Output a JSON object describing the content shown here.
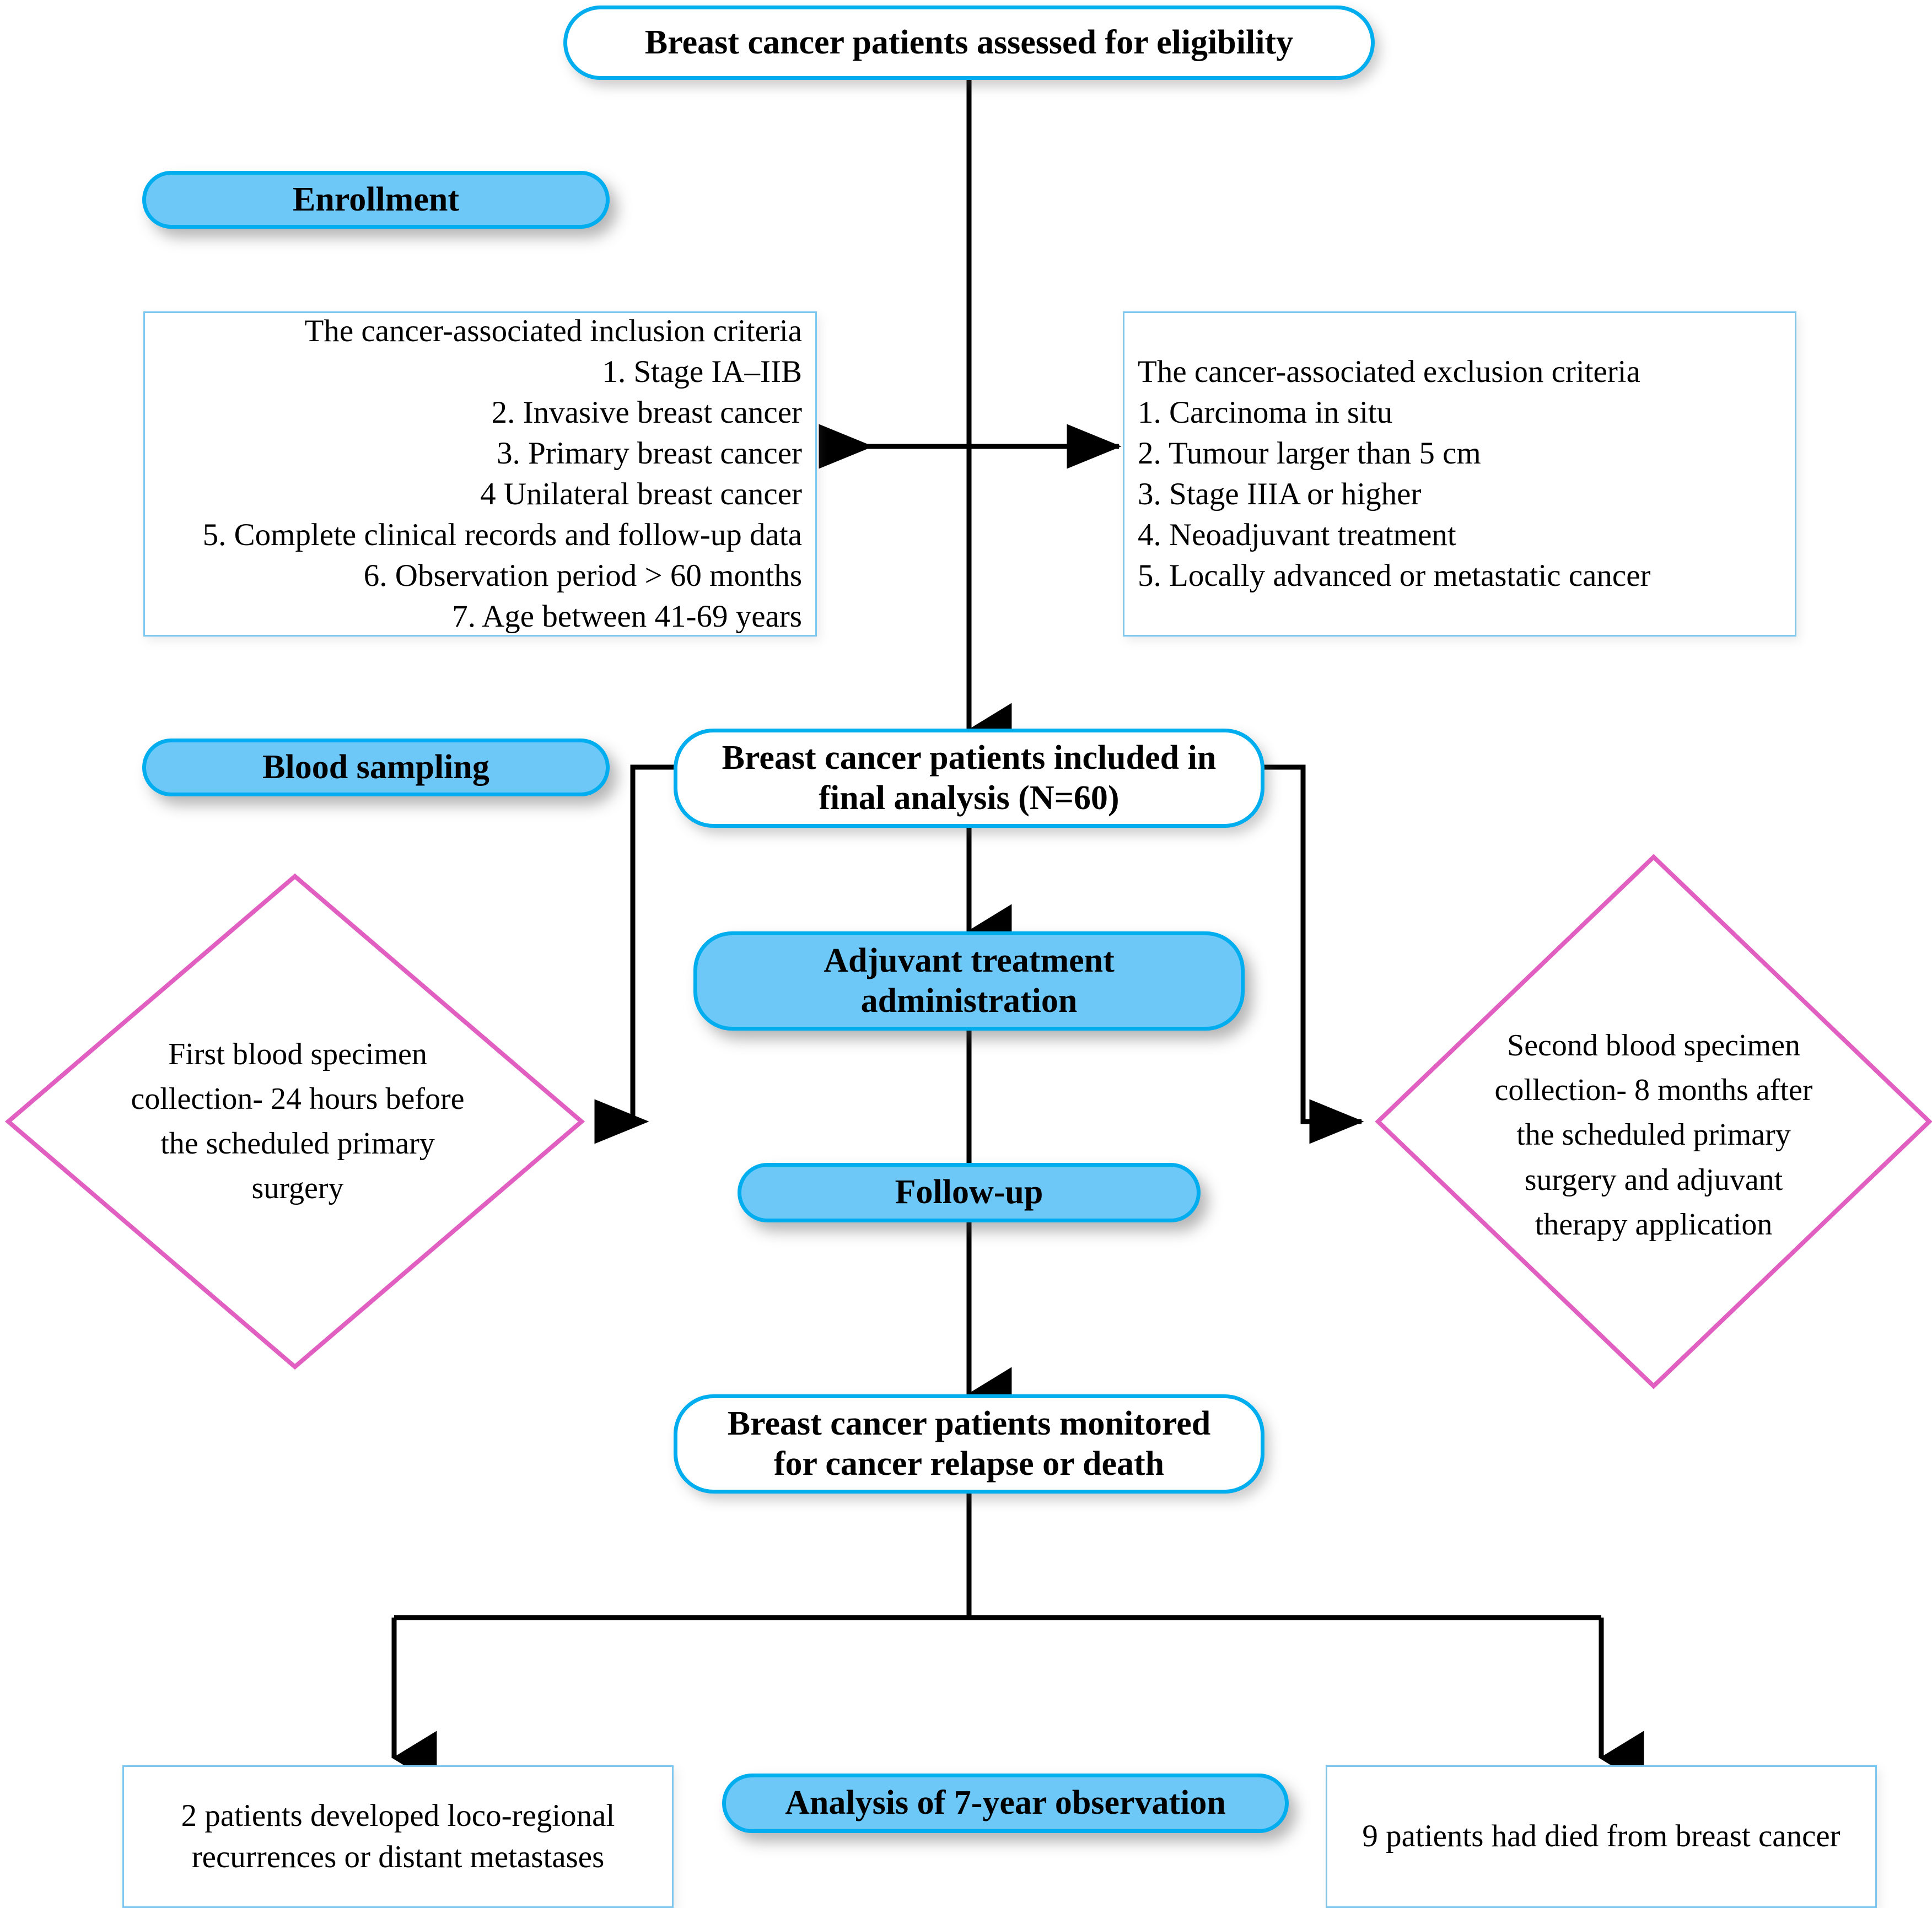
{
  "figure": {
    "title": "Breast cancer study CONSORT-style flow diagram",
    "colors": {
      "cyan_border": "#00AEEF",
      "badge_fill": "#6DC8F7",
      "thin_border": "#7EC8F0",
      "diamond_border": "#E05FC0",
      "arrow": "#000000"
    }
  },
  "nodes": {
    "eligibility": "Breast cancer patients assessed for eligibility",
    "stage_enrollment": "Enrollment",
    "stage_blood_sampling": "Blood sampling",
    "included": "Breast cancer patients included in final analysis (N=60)",
    "adjuvant": "Adjuvant treatment administration",
    "follow_up": "Follow-up",
    "monitored": "Breast cancer patients monitored for cancer relapse or death",
    "analysis_badge": "Analysis of 7-year observation"
  },
  "inclusion": {
    "heading": "The cancer-associated inclusion criteria",
    "items": [
      "1. Stage IA–IIB",
      "2. Invasive breast cancer",
      "3. Primary breast cancer",
      "4 Unilateral breast cancer",
      "5. Complete clinical records and follow-up data",
      "6. Observation period > 60 months",
      "7. Age between 41-69 years"
    ]
  },
  "exclusion": {
    "heading": "The cancer-associated exclusion criteria",
    "items": [
      "1. Carcinoma in situ",
      "2. Tumour larger than 5 cm",
      "3. Stage IIIA or higher",
      "4. Neoadjuvant treatment",
      "5. Locally advanced or metastatic cancer"
    ]
  },
  "diamonds": {
    "first_blood": "First blood specimen collection- 24 hours before the scheduled primary surgery",
    "second_blood": "Second blood specimen collection- 8 months after the scheduled primary surgery and adjuvant therapy application"
  },
  "outcomes": {
    "left": "2 patients developed loco-regional recurrences or distant metastases",
    "right": "9 patients had died from breast cancer"
  }
}
